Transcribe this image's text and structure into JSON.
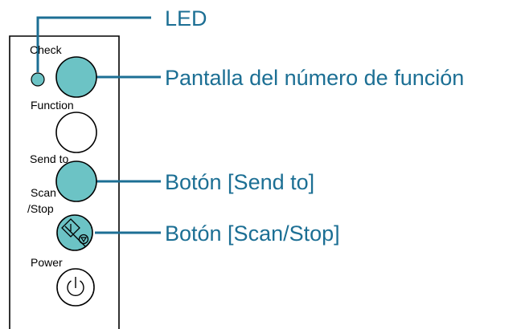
{
  "colors": {
    "accent": "#1c6f94",
    "button_fill": "#6cc3c5",
    "panel_border": "#000000",
    "background": "#ffffff"
  },
  "panel": {
    "labels": {
      "check": "Check",
      "function": "Function",
      "send_to": "Send to",
      "scan_line1": "Scan",
      "scan_line2": "/Stop",
      "power": "Power"
    },
    "icons": {
      "scan_button": "scan-stop-icon",
      "power_button": "power-icon"
    }
  },
  "callouts": {
    "led": "LED",
    "function_display": "Pantalla del número de función",
    "send_to_button": "Botón [Send to]",
    "scan_stop_button": "Botón [Scan/Stop]"
  }
}
